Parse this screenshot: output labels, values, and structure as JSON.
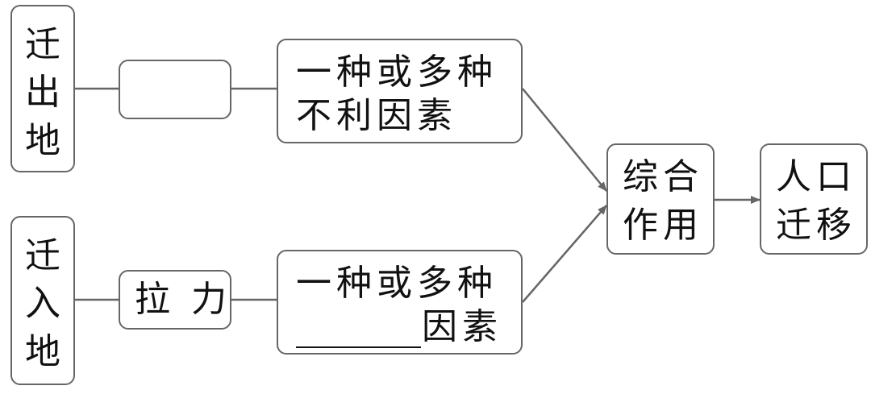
{
  "emigration": {
    "label_chars": [
      "迁",
      "出",
      "地"
    ],
    "factor_blank": ""
  },
  "immigration": {
    "label_chars": [
      "迁",
      "入",
      "地"
    ],
    "factor": "拉 力"
  },
  "top_desc": {
    "line1": "一种或多种",
    "line2": "不利因素"
  },
  "bottom_desc": {
    "line1": "一种或多种",
    "line2_suffix": "因素"
  },
  "combined": {
    "line1": "综合",
    "line2": "作用"
  },
  "result": {
    "line1": "人口",
    "line2": "迁移"
  }
}
